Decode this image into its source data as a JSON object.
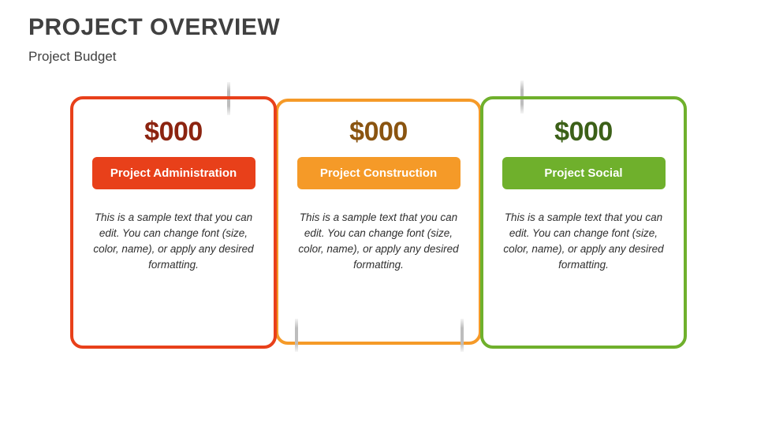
{
  "header": {
    "title": "PROJECT OVERVIEW",
    "subtitle": "Project Budget",
    "title_color": "#404040"
  },
  "cards": [
    {
      "amount": "$000",
      "label": "Project Administration",
      "body": "This is a sample text that you can edit. You can change font (size, color, name), or apply any desired formatting.",
      "accent_color": "#E8401A",
      "amount_color": "#8C2410"
    },
    {
      "amount": "$000",
      "label": "Project Construction",
      "body": "This is a sample text that you can edit. You can change font (size, color, name), or apply any desired formatting.",
      "accent_color": "#F59A28",
      "amount_color": "#8A5410"
    },
    {
      "amount": "$000",
      "label": "Project Social",
      "body": "This is a sample text that you can edit. You can change font (size, color, name), or apply any desired formatting.",
      "accent_color": "#6FB02C",
      "amount_color": "#3C6018"
    }
  ],
  "decor": {
    "tick_color": "#bdbdbd",
    "tick_count": 4
  }
}
